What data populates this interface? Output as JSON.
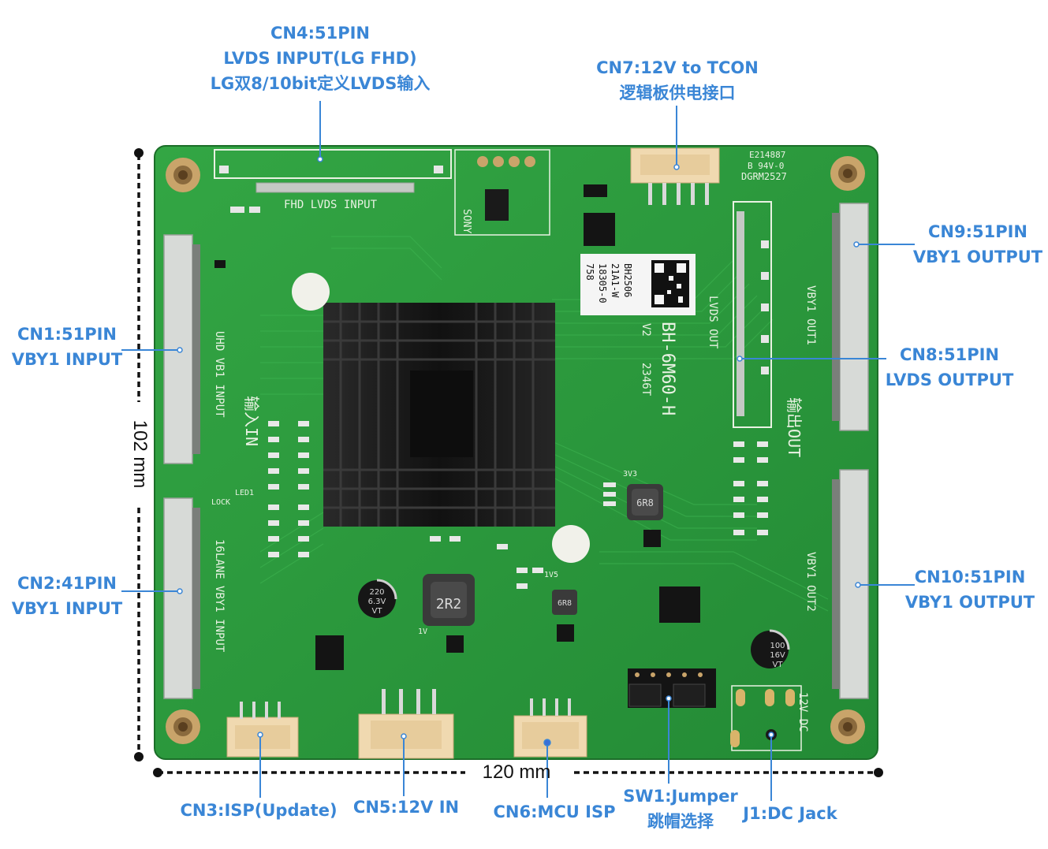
{
  "callouts": {
    "cn4": [
      "CN4:51PIN",
      "LVDS INPUT(LG FHD)",
      "LG双8/10bit定义LVDS输入"
    ],
    "cn7": [
      "CN7:12V to TCON",
      "逻辑板供电接口"
    ],
    "cn9": [
      "CN9:51PIN",
      "VBY1 OUTPUT"
    ],
    "cn1": [
      "CN1:51PIN",
      "VBY1 INPUT"
    ],
    "cn8": [
      "CN8:51PIN",
      "LVDS OUTPUT"
    ],
    "cn2": [
      "CN2:41PIN",
      "VBY1 INPUT"
    ],
    "cn10": [
      "CN10:51PIN",
      "VBY1 OUTPUT"
    ],
    "cn3": [
      "CN3:ISP(Update)"
    ],
    "cn5": [
      "CN5:12V IN"
    ],
    "cn6": [
      "CN6:MCU ISP"
    ],
    "sw1": [
      "SW1:Jumper",
      "跳帽选择"
    ],
    "j1": [
      "J1:DC Jack"
    ]
  },
  "dimensions": {
    "height": "102 mm",
    "width": "120 mm"
  },
  "board_silkscreen": {
    "fhd_lvds_input": "FHD LVDS INPUT",
    "uhd_vb1_input": "UHD VB1 INPUT",
    "input_cn": "输入IN",
    "lane16_input": "16LANE VBY1 INPUT",
    "lvds_out": "LVDS OUT",
    "vby1_out1": "VBY1 OUT1",
    "vby1_out2": "VBY1 OUT2",
    "output_cn": "输出OUT",
    "model": "BH-6M60-H",
    "version": "V2",
    "date_code": "2346T",
    "sticker": [
      "BH2506",
      "21A1-W",
      "18305-0",
      "758"
    ],
    "ul_mark": "E214887",
    "ul_rating": "B  94V-0",
    "dgrm": "DGRM2527",
    "sony": "SONY",
    "dc12v": "12V DC",
    "inductor_big": "2R2",
    "inductor_small": "6R8",
    "inductor_small2": "6R8",
    "cap1": [
      "220",
      "6.3V",
      "VT"
    ],
    "cap2": [
      "100",
      "16V",
      "VT"
    ],
    "rail_3v3": "3V3",
    "rail_1v": "1V",
    "rail_1v5": "1V5",
    "lock": "LOCK",
    "led1": "LED1"
  },
  "colors": {
    "callout": "#3a86d6",
    "pcb": "#2b9a3c",
    "pcb_dark": "#1f7a2e",
    "heatsink": "#141414",
    "connector": "#f0d9b0"
  }
}
